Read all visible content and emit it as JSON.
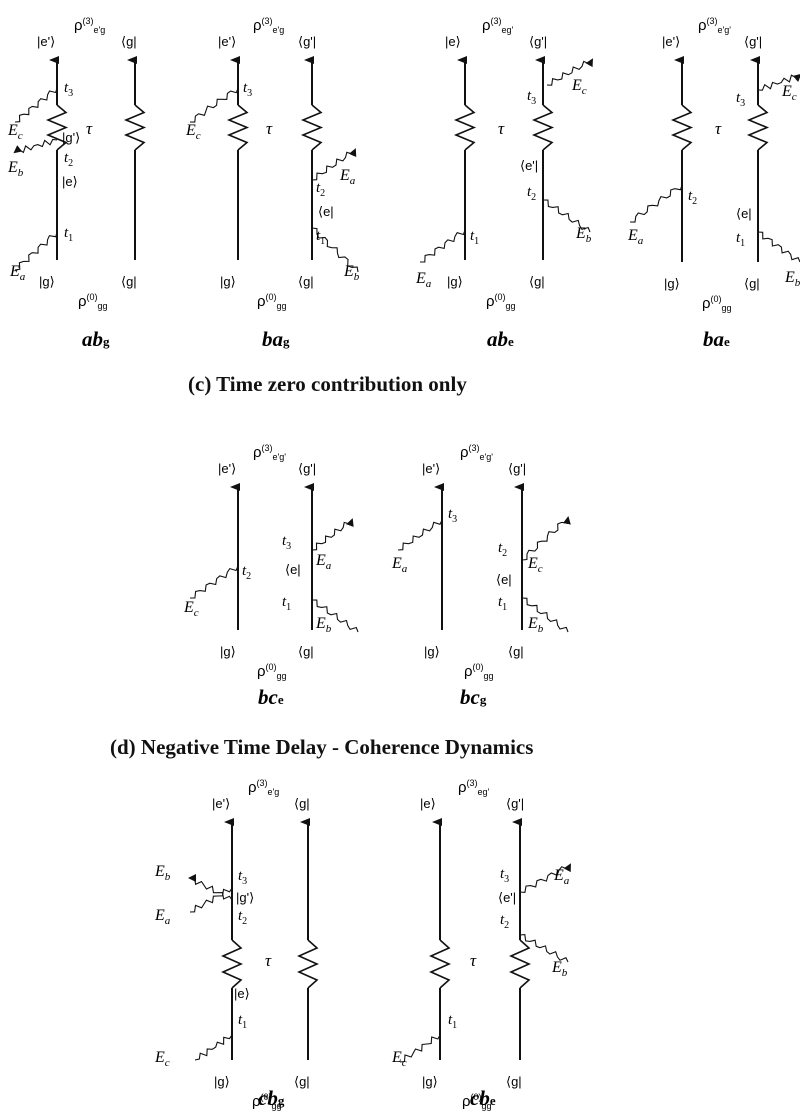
{
  "headings": {
    "c": "(c)   Time zero contribution only",
    "d": "(d)   Negative Time Delay - Coherence Dynamics"
  },
  "colors": {
    "ink": "#111111",
    "background": "#ffffff"
  },
  "diagrams": [
    {
      "id": "ab_g",
      "caption": {
        "main": "ab",
        "sub": "g"
      },
      "rho_top": {
        "sup": "(3)",
        "sub": "e'g"
      },
      "rho_bottom": {
        "sup": "(0)",
        "sub": "gg"
      },
      "top_left_ket": "|e'⟩",
      "top_right_ket": "⟨g|",
      "bottom_left_ket": "|g⟩",
      "bottom_right_ket": "⟨g|",
      "state_labels": [
        "|g'⟩",
        "|e⟩"
      ],
      "time_labels": [
        {
          "t": "t",
          "s": "3"
        },
        {
          "t": "t",
          "s": "2"
        },
        {
          "t": "t",
          "s": "1"
        }
      ],
      "field_labels": [
        {
          "e": "E",
          "s": "c"
        },
        {
          "e": "E",
          "s": "b"
        },
        {
          "e": "E",
          "s": "a"
        }
      ],
      "tau": "τ"
    },
    {
      "id": "ba_g",
      "caption": {
        "main": "ba",
        "sub": "g"
      },
      "rho_top": {
        "sup": "(3)",
        "sub": "e'g"
      },
      "rho_bottom": {
        "sup": "(0)",
        "sub": "gg"
      },
      "top_left_ket": "|e'⟩",
      "top_right_ket": "⟨g'|",
      "bottom_left_ket": "|g⟩",
      "bottom_right_ket": "⟨g|",
      "state_labels": [
        "⟨e|"
      ],
      "time_labels": [
        {
          "t": "t",
          "s": "3"
        },
        {
          "t": "t",
          "s": "2"
        },
        {
          "t": "t",
          "s": "1"
        }
      ],
      "field_labels": [
        {
          "e": "E",
          "s": "c"
        },
        {
          "e": "E",
          "s": "a"
        },
        {
          "e": "E",
          "s": "b"
        }
      ],
      "tau": "τ"
    },
    {
      "id": "ab_e",
      "caption": {
        "main": "ab",
        "sub": "e"
      },
      "rho_top": {
        "sup": "(3)",
        "sub": "eg'"
      },
      "rho_bottom": {
        "sup": "(0)",
        "sub": "gg"
      },
      "top_left_ket": "|e⟩",
      "top_right_ket": "⟨g'|",
      "bottom_left_ket": "|g⟩",
      "bottom_right_ket": "⟨g|",
      "state_labels": [
        "⟨e'|"
      ],
      "time_labels": [
        {
          "t": "t",
          "s": "3"
        },
        {
          "t": "t",
          "s": "2"
        },
        {
          "t": "t",
          "s": "1"
        }
      ],
      "field_labels": [
        {
          "e": "E",
          "s": "c"
        },
        {
          "e": "E",
          "s": "b"
        },
        {
          "e": "E",
          "s": "a"
        }
      ],
      "tau": "τ"
    },
    {
      "id": "ba_e",
      "caption": {
        "main": "ba",
        "sub": "e"
      },
      "rho_top": {
        "sup": "(3)",
        "sub": "e'g'"
      },
      "rho_bottom": {
        "sup": "(0)",
        "sub": "gg"
      },
      "top_left_ket": "|e'⟩",
      "top_right_ket": "⟨g'|",
      "bottom_left_ket": "|g⟩",
      "bottom_right_ket": "⟨g|",
      "state_labels": [
        "⟨e|"
      ],
      "time_labels": [
        {
          "t": "t",
          "s": "3"
        },
        {
          "t": "t",
          "s": "2"
        },
        {
          "t": "t",
          "s": "1"
        }
      ],
      "field_labels": [
        {
          "e": "E",
          "s": "c"
        },
        {
          "e": "E",
          "s": "a"
        },
        {
          "e": "E",
          "s": "b"
        }
      ],
      "tau": "τ"
    },
    {
      "id": "bc_e",
      "caption": {
        "main": "bc",
        "sub": "e"
      },
      "rho_top": {
        "sup": "(3)",
        "sub": "e'g'"
      },
      "rho_bottom": {
        "sup": "(0)",
        "sub": "gg"
      },
      "top_left_ket": "|e'⟩",
      "top_right_ket": "⟨g'|",
      "bottom_left_ket": "|g⟩",
      "bottom_right_ket": "⟨g|",
      "state_labels": [
        "⟨e|"
      ],
      "time_labels": [
        {
          "t": "t",
          "s": "3"
        },
        {
          "t": "t",
          "s": "2"
        },
        {
          "t": "t",
          "s": "1"
        }
      ],
      "field_labels": [
        {
          "e": "E",
          "s": "a"
        },
        {
          "e": "E",
          "s": "c"
        },
        {
          "e": "E",
          "s": "b"
        }
      ],
      "tau": ""
    },
    {
      "id": "bc_g",
      "caption": {
        "main": "bc",
        "sub": "g"
      },
      "rho_top": {
        "sup": "(3)",
        "sub": "e'g'"
      },
      "rho_bottom": {
        "sup": "(0)",
        "sub": "gg"
      },
      "top_left_ket": "|e'⟩",
      "top_right_ket": "⟨g'|",
      "bottom_left_ket": "|g⟩",
      "bottom_right_ket": "⟨g|",
      "state_labels": [
        "⟨e|"
      ],
      "time_labels": [
        {
          "t": "t",
          "s": "3"
        },
        {
          "t": "t",
          "s": "2"
        },
        {
          "t": "t",
          "s": "1"
        }
      ],
      "field_labels": [
        {
          "e": "E",
          "s": "a"
        },
        {
          "e": "E",
          "s": "c"
        },
        {
          "e": "E",
          "s": "b"
        }
      ],
      "tau": ""
    },
    {
      "id": "cb_g",
      "caption": {
        "main": "cb",
        "sub": "g"
      },
      "rho_top": {
        "sup": "(3)",
        "sub": "e'g"
      },
      "rho_bottom": {
        "sup": "(0)",
        "sub": "gg"
      },
      "top_left_ket": "|e'⟩",
      "top_right_ket": "⟨g|",
      "bottom_left_ket": "|g⟩",
      "bottom_right_ket": "⟨g|",
      "state_labels": [
        "|g'⟩",
        "|e⟩"
      ],
      "time_labels": [
        {
          "t": "t",
          "s": "3"
        },
        {
          "t": "t",
          "s": "2"
        },
        {
          "t": "t",
          "s": "1"
        }
      ],
      "field_labels": [
        {
          "e": "E",
          "s": "b"
        },
        {
          "e": "E",
          "s": "a"
        },
        {
          "e": "E",
          "s": "c"
        }
      ],
      "tau": "τ"
    },
    {
      "id": "cb_e",
      "caption": {
        "main": "cb",
        "sub": "e"
      },
      "rho_top": {
        "sup": "(3)",
        "sub": "eg'"
      },
      "rho_bottom": {
        "sup": "(0)",
        "sub": "gg"
      },
      "top_left_ket": "|e⟩",
      "top_right_ket": "⟨g'|",
      "bottom_left_ket": "|g⟩",
      "bottom_right_ket": "⟨g|",
      "state_labels": [
        "⟨e'|"
      ],
      "time_labels": [
        {
          "t": "t",
          "s": "3"
        },
        {
          "t": "t",
          "s": "2"
        },
        {
          "t": "t",
          "s": "1"
        }
      ],
      "field_labels": [
        {
          "e": "E",
          "s": "a"
        },
        {
          "e": "E",
          "s": "b"
        },
        {
          "e": "E",
          "s": "c"
        }
      ],
      "tau": "τ"
    }
  ]
}
